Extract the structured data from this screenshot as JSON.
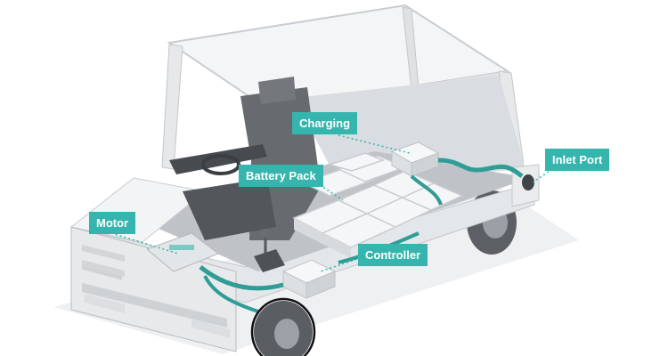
{
  "labels": {
    "charging": "Charging",
    "battery_pack": "Battery Pack",
    "inlet_port": "Inlet Port",
    "motor": "Motor",
    "controller": "Controller"
  },
  "colors": {
    "accent": "#35b5ad",
    "body": "#f1f2f3",
    "shadow": "#e8eaec",
    "seat": "#5b5f63",
    "floor": "#b9bdc1"
  },
  "icons": [
    "charging-unit-icon",
    "battery-pack-icon",
    "controller-unit-icon",
    "motor-icon",
    "inlet-port-icon",
    "wheel-icon",
    "seat-icon",
    "steering-wheel-icon"
  ]
}
